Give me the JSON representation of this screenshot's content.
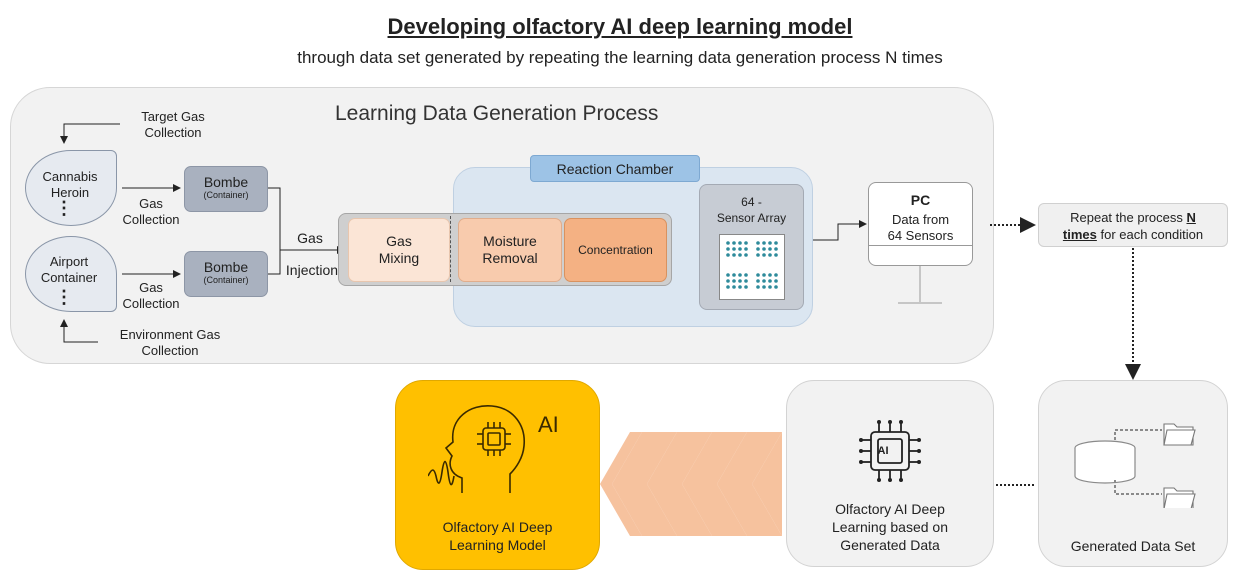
{
  "header": {
    "title": "Developing olfactory AI deep learning model",
    "subtitle": "through data set generated by repeating the learning data generation process N times"
  },
  "process": {
    "title": "Learning Data Generation Process",
    "target_gas_line1": "Target Gas",
    "target_gas_line2": "Collection",
    "env_gas_line1": "Environment Gas",
    "env_gas_line2": "Collection",
    "drop1_line1": "Cannabis",
    "drop1_line2": "Heroin",
    "drop2_line1": "Airport",
    "drop2_line2": "Container",
    "dots": "⋮",
    "gas_collection_line1": "Gas",
    "gas_collection_line2": "Collection",
    "bombe_label": "Bombe",
    "bombe_sub": "(Container)",
    "gas_label": "Gas",
    "injection_label": "Injection",
    "chamber_title": "Reaction Chamber",
    "mixing_line1": "Gas",
    "mixing_line2": "Mixing",
    "moisture_line1": "Moisture",
    "moisture_line2": "Removal",
    "concentration": "Concentration",
    "sensor_line1": "64 -",
    "sensor_line2": "Sensor Array",
    "pc_title": "PC",
    "pc_line1": "Data from",
    "pc_line2": "64 Sensors"
  },
  "repeat": {
    "part1": "Repeat the process ",
    "bold1": "N",
    "bold2": "times",
    "part2": " for each condition"
  },
  "bottom": {
    "model_ai": "AI",
    "model_line1": "Olfactory AI Deep",
    "model_line2": "Learning Model",
    "learning_line1": "Olfactory AI Deep",
    "learning_line2": "Learning based on",
    "learning_line3": "Generated Data",
    "dataset_label": "Generated Data Set"
  },
  "colors": {
    "accent_yellow": "#ffc000",
    "chevron_orange": "#f4b183",
    "chamber_blue": "#dbe6f1",
    "tab_blue": "#9dc3e6",
    "bombe_gray": "#a9b1bf"
  }
}
